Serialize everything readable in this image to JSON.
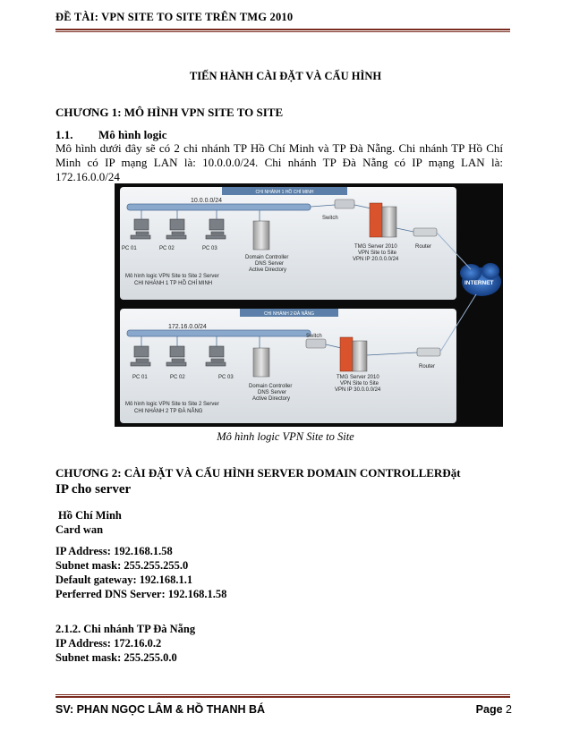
{
  "header": {
    "title": "ĐỀ TÀI: VPN SITE TO SITE TRÊN TMG 2010"
  },
  "doc_title": "TIẾN HÀNH CÀI ĐẶT VÀ CẤU HÌNH",
  "chapter1": {
    "heading": "CHƯƠNG 1: MÔ HÌNH VPN SITE TO SITE",
    "section_number": "1.1.",
    "section_title": "Mô hình logic",
    "paragraph": "Mô hình dưới đây sẽ có 2 chi nhánh TP Hồ Chí Minh và TP Đà Nẵng. Chi nhánh TP Hồ Chí Minh có IP mạng LAN là: 10.0.0.0/24. Chi nhánh TP Đà Nẵng có IP mạng LAN là: 172.16.0.0/24"
  },
  "diagram": {
    "top_banner": "CHI NHÁNH 1 HỒ CHÍ MINH",
    "bottom_banner": "CHI NHÁNH 2 ĐÀ NẴNG",
    "top_lan": "10.0.0.0/24",
    "bottom_lan": "172.16.0.0/24",
    "switch": "Switch",
    "router": "Router",
    "internet": "INTERNET",
    "pcs": [
      "PC 01",
      "PC 02",
      "PC 03"
    ],
    "dc_lines": [
      "Domain Controller",
      "DNS Server",
      "Active Directory"
    ],
    "tmg_top": [
      "TMG Server 2010",
      "VPN Site to Site",
      "VPN IP 20.0.0.0/24"
    ],
    "tmg_bottom": [
      "TMG Server 2010",
      "VPN Site to Site",
      "VPN IP 30.0.0.0/24"
    ],
    "desc_top": [
      "Mô hình logic VPN Site to Site 2 Server",
      "CHI NHÁNH 1 TP HỒ CHÍ MINH"
    ],
    "desc_bottom": [
      "Mô hình logic VPN Site to Site 2 Server",
      "CHI NHÁNH 2 TP ĐÀ NẴNG"
    ],
    "caption": "Mô hình logic VPN Site to Site"
  },
  "chapter2": {
    "heading_part1": "CHƯƠNG 2: CÀI ĐẶT VÀ CẤU HÌNH SERVER DOMAIN CONTROLLERĐặt",
    "heading_part2": "IP cho server",
    "hcm_title": "Hồ Chí Minh",
    "card": "Card wan",
    "hcm_lines": [
      "IP Address: 192.168.1.58",
      "Subnet mask: 255.255.255.0",
      "Default gateway: 192.168.1.1",
      "Perferred DNS Server: 192.168.1.58"
    ],
    "dn_title": "2.1.2.  Chi nhánh TP Đà Nẵng",
    "dn_lines": [
      "IP Address: 172.16.0.2",
      "Subnet mask: 255.255.0.0"
    ]
  },
  "footer": {
    "authors": "SV: PHAN NGỌC LÂM & HỒ THANH BÁ",
    "page_label": "Page",
    "page_number": "2"
  },
  "colors": {
    "rule": "#7b2c20",
    "diagram_bg": "#0b0b0b",
    "firewall": "#d9532c"
  }
}
